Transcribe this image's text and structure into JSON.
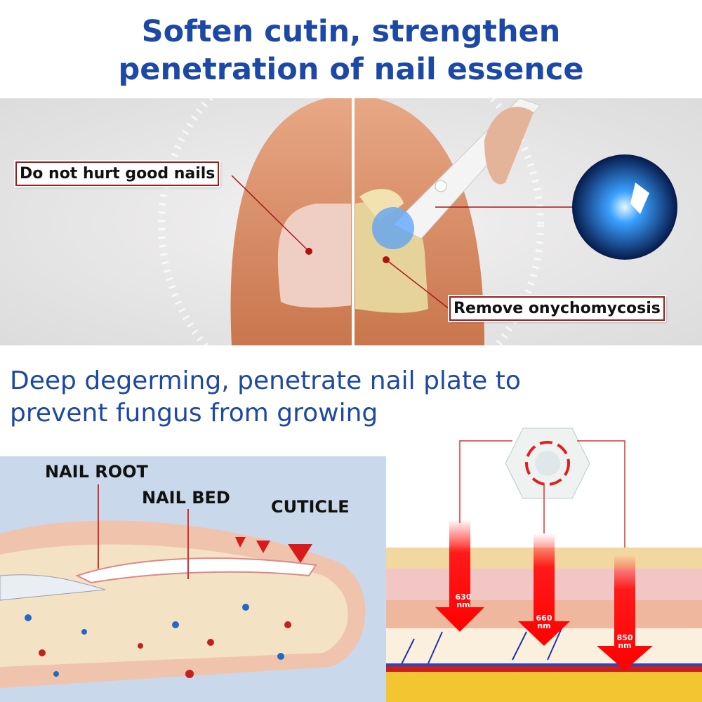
{
  "header": {
    "title_line1": "Soften cutin, strengthen",
    "title_line2": "penetration of nail essence"
  },
  "photo_panel": {
    "callout_left": "Do not hurt good nails",
    "callout_right": "Remove onychomycosis"
  },
  "section2": {
    "heading_line1": "Deep degerming, penetrate nail plate to",
    "heading_line2": "prevent fungus from growing"
  },
  "nail_diagram": {
    "labels": [
      "NAIL ROOT",
      "NAIL BED",
      "CUTICLE"
    ]
  },
  "skin_diagram": {
    "wavelengths": [
      {
        "value": "630",
        "unit": "nm"
      },
      {
        "value": "660",
        "unit": "nm"
      },
      {
        "value": "850",
        "unit": "nm"
      }
    ]
  },
  "colors": {
    "heading_blue": "#1c48a6",
    "callout_border": "#a01b1b",
    "light_red": "#ff1a1a",
    "light_blue": "#2a6bff"
  }
}
